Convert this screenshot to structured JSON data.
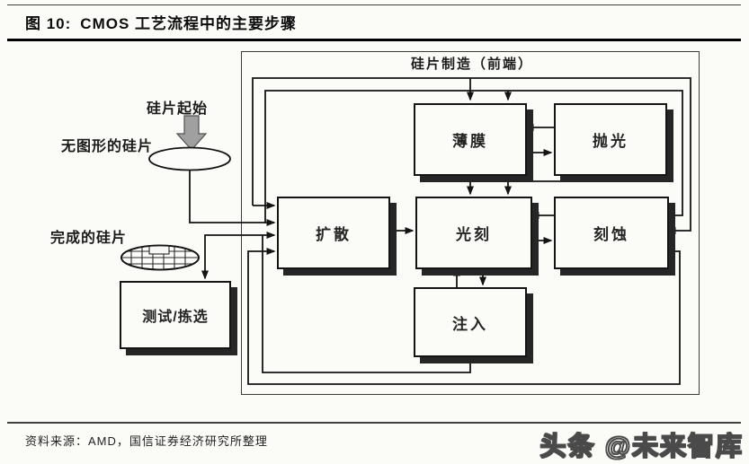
{
  "figure": {
    "label": "图 10:",
    "title": "CMOS 工艺流程中的主要步骤"
  },
  "diagram": {
    "container_label": "硅片制造（前端）",
    "boxes": {
      "film": "薄膜",
      "polish": "抛光",
      "diffusion": "扩散",
      "litho": "光刻",
      "etch": "刻蚀",
      "implant": "注入",
      "test": "测试/拣选"
    },
    "annotations": {
      "wafer_start": "硅片起始",
      "blank_wafer": "无图形的硅片",
      "finished_wafer": "完成的硅片"
    }
  },
  "footer": {
    "source": "资料来源：AMD，国信证券经济研究所整理",
    "watermark": "头条 @未来智库"
  },
  "colors": {
    "ink": "#141414",
    "paper": "#fbfbf8",
    "box_shadow": "#262626",
    "start_arrow_gray": "#a0a0a0"
  }
}
